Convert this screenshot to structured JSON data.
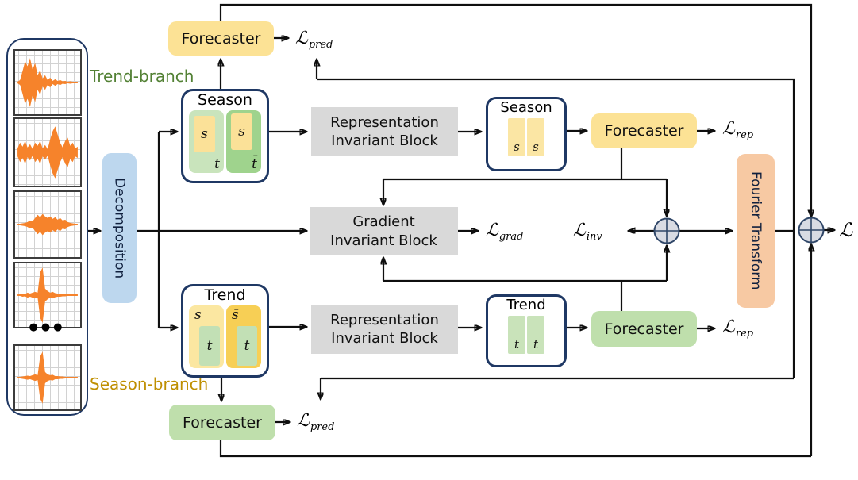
{
  "colors": {
    "navy_border": "#1F3864",
    "forecaster_yellow": "#FCE295",
    "forecaster_green": "#BFDFAC",
    "decomposition_blue": "#BDD7EE",
    "fourier_peach": "#F7C9A3",
    "block_gray": "#D9D9D9",
    "tile_green_light": "#C9E4BC",
    "tile_green_dark": "#9FD38D",
    "tile_yellow_light": "#FBE7A1",
    "tile_yellow_dark": "#F7CF55",
    "sum_node_fill": "#D8DBE3",
    "sum_node_stroke": "#2F4668",
    "waveform": "#F6832B",
    "trend_label_green": "#538135",
    "season_label_gold": "#BF8F00"
  },
  "branch_labels": {
    "trend": "Trend-branch",
    "season": "Season-branch"
  },
  "input_stack": {
    "dots": "●●●",
    "waveform_amplitudes": [
      [
        1,
        3,
        14,
        26,
        20,
        30,
        16,
        24,
        9,
        15,
        5,
        9,
        3,
        6,
        2,
        4,
        2,
        3,
        1.5,
        2,
        1,
        1.5,
        1,
        1,
        1
      ],
      [
        5,
        12,
        7,
        14,
        6,
        10,
        4,
        12,
        8,
        14,
        5,
        9,
        4,
        16,
        26,
        32,
        22,
        12,
        6,
        14,
        18,
        8,
        12,
        5,
        7
      ],
      [
        1,
        1,
        1.5,
        2,
        3,
        5,
        4,
        8,
        12,
        9,
        13,
        10,
        8,
        10,
        7,
        9,
        6,
        8,
        5,
        6,
        3,
        2,
        1.5,
        1,
        1
      ],
      [
        1,
        1,
        2,
        1.5,
        3,
        2,
        3,
        4,
        3,
        28,
        34,
        8,
        5,
        3,
        4,
        2.5,
        2,
        2,
        1.5,
        1.5,
        1,
        1,
        1,
        1,
        1
      ],
      [
        1,
        1,
        1.5,
        2,
        2.5,
        2,
        3,
        4,
        3,
        26,
        32,
        7,
        4,
        3,
        3.5,
        2,
        2,
        1.5,
        1.5,
        1,
        1,
        1,
        1,
        1,
        1
      ]
    ]
  },
  "decomposition": {
    "label": "Decomposition"
  },
  "fourier": {
    "label": "Fourier Transform"
  },
  "season_block": {
    "title": "Season",
    "left": {
      "s": "s",
      "t": "t"
    },
    "right": {
      "s": "s",
      "t": "t̄"
    }
  },
  "trend_block": {
    "title": "Trend",
    "left": {
      "s": "s",
      "t": "t"
    },
    "right": {
      "s": "s̄",
      "t": "t"
    }
  },
  "season_small": {
    "title": "Season",
    "t1": "s",
    "t2": "s"
  },
  "trend_small": {
    "title": "Trend",
    "t1": "t",
    "t2": "t"
  },
  "rib_top": {
    "line1": "Representation",
    "line2": "Invariant Block"
  },
  "rib_bottom": {
    "line1": "Representation",
    "line2": "Invariant Block"
  },
  "gib": {
    "line1": "Gradient",
    "line2": "Invariant Block"
  },
  "forecasters": {
    "top": "Forecaster",
    "season": "Forecaster",
    "trend": "Forecaster",
    "bottom": "Forecaster"
  },
  "losses": {
    "pred_top": {
      "base": "ℒ",
      "sub": "pred"
    },
    "rep_season": {
      "base": "ℒ",
      "sub": "rep"
    },
    "grad": {
      "base": "ℒ",
      "sub": "grad"
    },
    "inv": {
      "base": "ℒ",
      "sub": "inv"
    },
    "rep_trend": {
      "base": "ℒ",
      "sub": "rep"
    },
    "pred_bottom": {
      "base": "ℒ",
      "sub": "pred"
    },
    "total": {
      "base": "ℒ",
      "sub": ""
    }
  }
}
